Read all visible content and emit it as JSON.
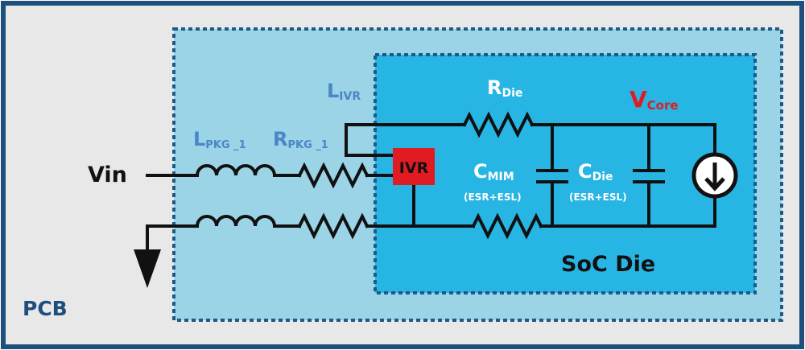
{
  "labels": {
    "pcb": "PCB",
    "soc_die": "SoC Die",
    "vin": "Vin",
    "ivr": "IVR",
    "l_pkg": {
      "main": "L",
      "sub": "PKG _1"
    },
    "r_pkg": {
      "main": "R",
      "sub": "PKG _1"
    },
    "l_ivr": {
      "main": "L",
      "sub": "IVR"
    },
    "r_die": {
      "main": "R",
      "sub": "Die"
    },
    "v_core": {
      "main": "V",
      "sub": "Core"
    },
    "c_mim": {
      "main": "C",
      "sub": "MIM",
      "note": "(ESR+ESL)"
    },
    "c_die": {
      "main": "C",
      "sub": "Die",
      "note": "(ESR+ESL)"
    }
  },
  "colors": {
    "border_navy": "#1e4e7c",
    "pcb_bg": "#e8e8e8",
    "package_fill": "#9bd4e6",
    "die_fill": "#27b5e3",
    "dashed_border": "#1c5a88",
    "wire": "#111111",
    "ivr_red": "#e01b22",
    "vcore_red": "#e01b22",
    "package_label_blue": "#4a86c8",
    "die_label_white": "#ffffff",
    "pcb_label": "#1e4e7c"
  },
  "icons": {
    "current_source": "current-source-down-arrow-icon",
    "ground": "ground-arrow-icon"
  }
}
